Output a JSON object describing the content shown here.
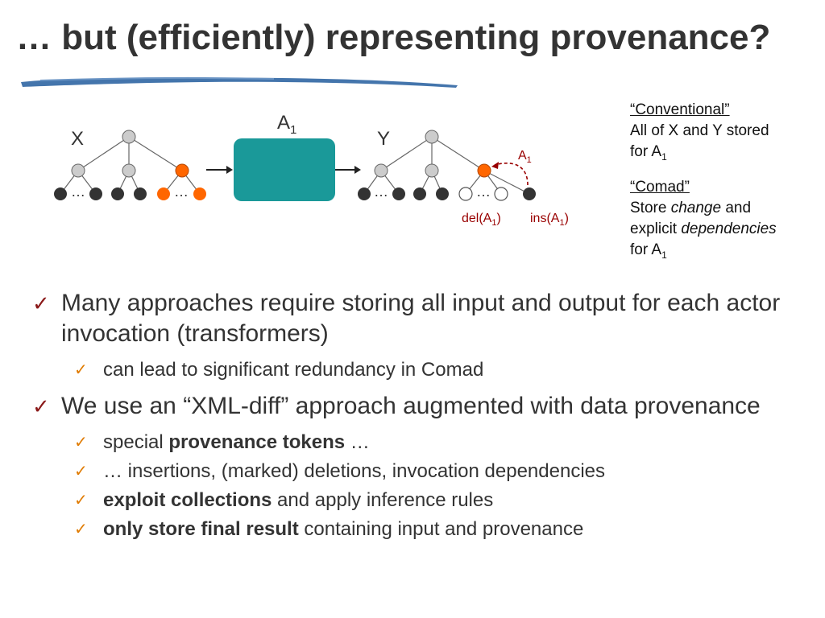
{
  "title": "… but (efficiently) representing provenance?",
  "colors": {
    "accent_teal": "#1a9999",
    "node_gray": "#cccccc",
    "node_black": "#333333",
    "node_orange": "#ff6600",
    "dep_red": "#990000",
    "brush_blue": "#3a6ea8",
    "check_primary": "#8b1a1a",
    "check_secondary": "#e07b00"
  },
  "diagram": {
    "x_label": "X",
    "y_label": "Y",
    "actor_label": "A",
    "actor_sub": "1",
    "ellipsis": "…",
    "dep_label": "A",
    "dep_sub": "1",
    "del_label_pre": "del(A",
    "del_label_sub": "1",
    "del_label_post": ")",
    "ins_label_pre": "ins(A",
    "ins_label_sub": "1",
    "ins_label_post": ")"
  },
  "sidenotes": {
    "conventional": {
      "heading": "“Conventional”",
      "line1": "All of X and Y stored",
      "line2_pre": "for A",
      "line2_sub": "1"
    },
    "comad": {
      "heading": "“Comad”",
      "line1_pre": "Store ",
      "line1_em": "change",
      "line1_post": " and",
      "line2_pre": "explicit ",
      "line2_em": "dependencies",
      "line3_pre": "for A",
      "line3_sub": "1"
    }
  },
  "bullets": [
    {
      "text": "Many approaches require storing all input and output for each actor invocation (transformers)",
      "sub": [
        {
          "bold": "",
          "text": "can lead to significant redundancy in Comad"
        }
      ]
    },
    {
      "text": "We use an “XML-diff” approach augmented with data provenance",
      "sub": [
        {
          "pre": "special ",
          "bold": "provenance tokens",
          "text": " …"
        },
        {
          "pre": "",
          "bold": "",
          "text": "… insertions, (marked) deletions, invocation dependencies"
        },
        {
          "pre": "",
          "bold": "exploit collections",
          "text": " and apply inference rules"
        },
        {
          "pre": "",
          "bold": "only store final result",
          "text": " containing input and provenance"
        }
      ]
    }
  ],
  "check_glyph": "✓"
}
